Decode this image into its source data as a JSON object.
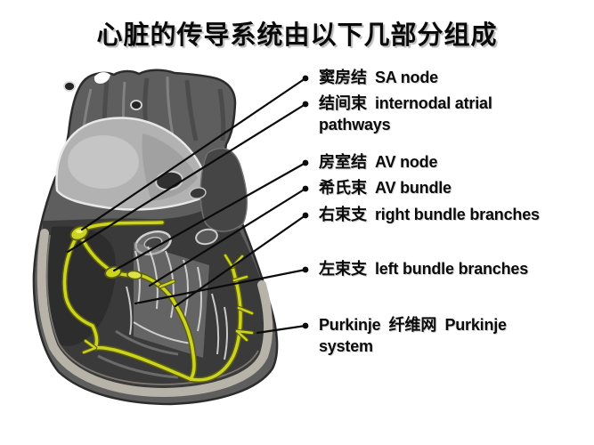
{
  "title": "心脏的传导系统由以下几部分组成",
  "colors": {
    "background": "#ffffff",
    "text": "#0a0a0a",
    "leader_line": "#0b0b0b",
    "conduction_yellow": "#ccd41f",
    "heart_muscle_gray": "#5e5e5e",
    "atrium_light_gray": "#b2b2b2",
    "cavity_dark_gray": "#3a3a3a",
    "wall_band_gray": "#b7b3a9"
  },
  "labels": [
    {
      "id": "sa-node",
      "zh": "窦房结",
      "en": "SA node"
    },
    {
      "id": "internodal-atrial-pathways",
      "zh": "结间束",
      "en": "internodal atrial",
      "en2": "pathways"
    },
    {
      "id": "av-node",
      "zh": "房室结",
      "en": "AV node"
    },
    {
      "id": "av-bundle",
      "zh": "希氏束",
      "en": "AV bundle"
    },
    {
      "id": "right-bundle-branches",
      "zh": "右束支",
      "en": "right bundle branches"
    },
    {
      "id": "left-bundle-branches",
      "zh": "左束支",
      "en": "left bundle branches"
    },
    {
      "id": "purkinje-system",
      "en_prefix": "Purkinje",
      "zh": "纤维网",
      "en": "Purkinje",
      "en2": "system"
    }
  ]
}
